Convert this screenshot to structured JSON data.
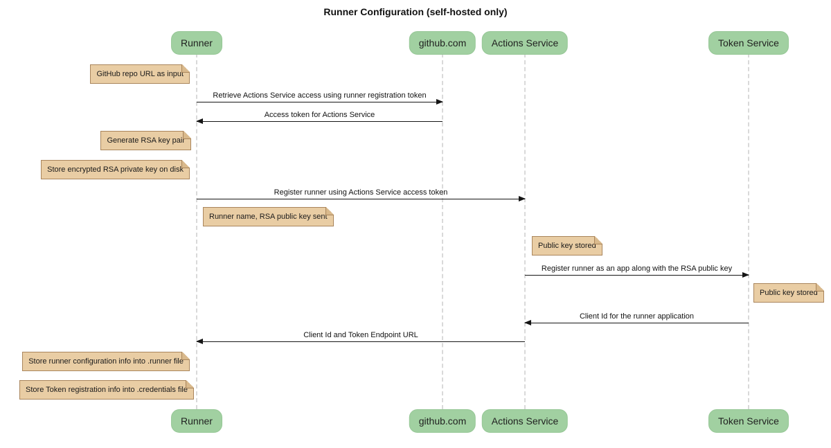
{
  "title": "Runner Configuration (self-hosted only)",
  "diagram_type": "sequence",
  "colors": {
    "background": "#ffffff",
    "participant_fill": "#a1d0a1",
    "participant_border": "#96c796",
    "note_fill": "#e9cda4",
    "note_border": "#a9855c",
    "note_fold": "#d9b98c",
    "lifeline": "#d9d9d9",
    "arrow": "#151515",
    "text": "#1a1a1a"
  },
  "participants": [
    {
      "label": "Runner"
    },
    {
      "label": "github.com"
    },
    {
      "label": "Actions Service"
    },
    {
      "label": "Token Service"
    }
  ],
  "messages": [
    {
      "from": "Runner",
      "to": "github.com",
      "label": "Retrieve Actions Service access using runner registration token"
    },
    {
      "from": "github.com",
      "to": "Runner",
      "label": "Access token for Actions Service"
    },
    {
      "from": "Runner",
      "to": "Actions Service",
      "label": "Register runner using Actions Service access token"
    },
    {
      "from": "Actions Service",
      "to": "Token Service",
      "label": "Register runner as an app along with the RSA public key"
    },
    {
      "from": "Token Service",
      "to": "Actions Service",
      "label": "Client Id for the runner application"
    },
    {
      "from": "Actions Service",
      "to": "Runner",
      "label": "Client Id and Token Endpoint URL"
    }
  ],
  "notes": [
    {
      "placement": "left of Runner",
      "label": "GitHub repo URL as input"
    },
    {
      "placement": "left of Runner",
      "label": "Generate RSA key pair"
    },
    {
      "placement": "left of Runner",
      "label": "Store encrypted RSA private key on disk"
    },
    {
      "placement": "right of Runner",
      "label": "Runner name, RSA public key sent"
    },
    {
      "placement": "right of Actions Service",
      "label": "Public key stored"
    },
    {
      "placement": "right of Token Service",
      "label": "Public key stored"
    },
    {
      "placement": "left of Runner",
      "label": "Store runner configuration info into .runner file"
    },
    {
      "placement": "left of Runner",
      "label": "Store Token registration info into .credentials file"
    }
  ]
}
